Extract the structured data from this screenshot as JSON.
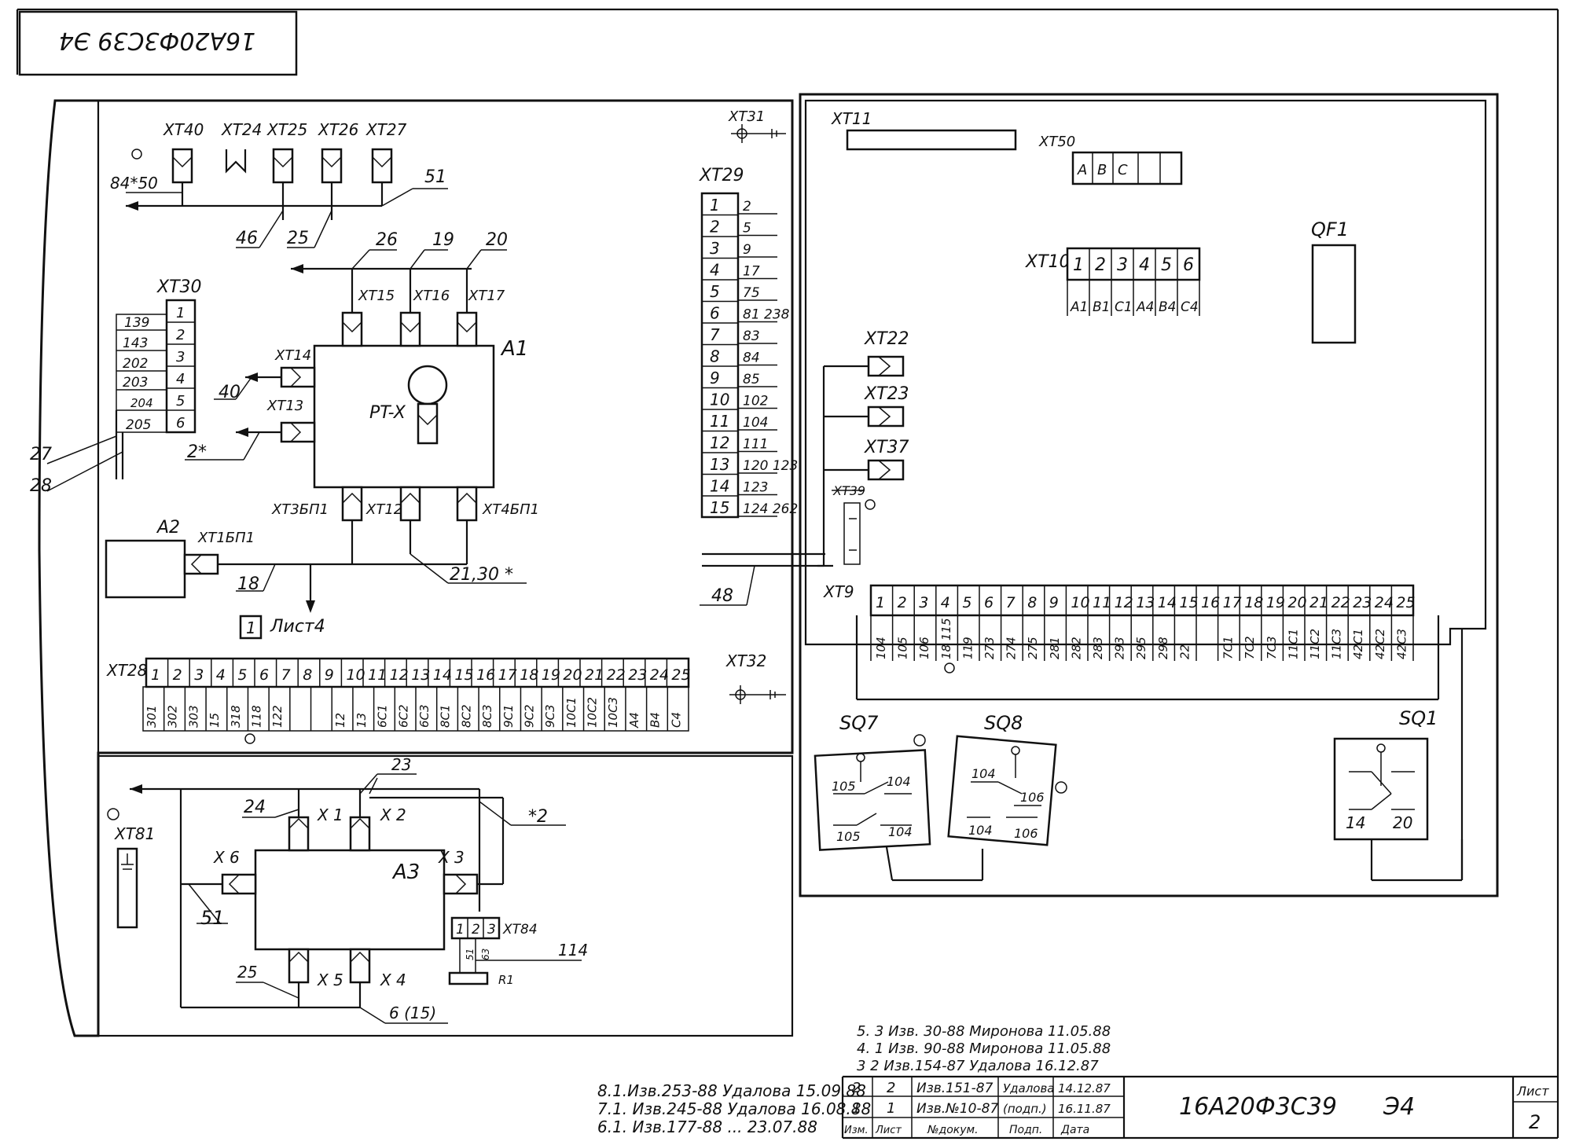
{
  "document": {
    "stamp_rotated": "16А20Ф3С39 Э4",
    "title": "16А20Ф3С39",
    "doc_code": "Э4",
    "sheet_label": "Лист",
    "sheet_number": "2"
  },
  "left_panel": {
    "top_connectors": [
      "XT40",
      "XT24",
      "XT25",
      "XT26",
      "XT27"
    ],
    "bus_labels": {
      "left": "84*50",
      "right": "51",
      "w1": "46",
      "w2": "25"
    },
    "xt30": {
      "label": "XT30",
      "pins": [
        "1",
        "2",
        "3",
        "4",
        "5",
        "6"
      ],
      "wires": [
        "139",
        "143",
        "202",
        "203",
        "204",
        "205"
      ]
    },
    "side_labels": [
      "27",
      "28"
    ],
    "a1": {
      "label": "A1",
      "body": "PT-X",
      "top_wires": [
        "26",
        "19",
        "20"
      ],
      "top_conns": [
        "XT15",
        "XT16",
        "XT17"
      ],
      "left_conns": [
        "XT14",
        "XT13"
      ],
      "left_wires": [
        "40",
        "2*"
      ],
      "bottom_conns": [
        "XT3БП1",
        "XT12",
        "XT4БП1"
      ],
      "bottom_wire": "21,30 *"
    },
    "a2": {
      "label": "A2",
      "conn": "XT1БП1",
      "wire": "18"
    },
    "sheet_ref": {
      "box": "1",
      "text": "Лист4"
    },
    "xt28": {
      "label": "XT28",
      "pins": [
        "1",
        "2",
        "3",
        "4",
        "5",
        "6",
        "7",
        "8",
        "9",
        "10",
        "11",
        "12",
        "13",
        "14",
        "15",
        "16",
        "17",
        "18",
        "19",
        "20",
        "21",
        "22",
        "23",
        "24",
        "25"
      ],
      "wires": [
        "301",
        "302",
        "303",
        "15",
        "318",
        "118",
        "122",
        "",
        "",
        "12",
        "13",
        "6С1",
        "6С2",
        "6С3",
        "8С1",
        "8С2",
        "8С3",
        "9С1",
        "9С2",
        "9С3",
        "10С1",
        "10С2",
        "10С3",
        "A4",
        "B4",
        "C4"
      ]
    },
    "xt29": {
      "label": "XT29",
      "pins": [
        "1",
        "2",
        "3",
        "4",
        "5",
        "6",
        "7",
        "8",
        "9",
        "10",
        "11",
        "12",
        "13",
        "14",
        "15"
      ],
      "wires": [
        "2",
        "5",
        "9",
        "17",
        "75",
        "81 238",
        "83",
        "84",
        "85",
        "102",
        "104",
        "111",
        "120 123",
        "123",
        "124 262"
      ]
    },
    "xt31": "XT31",
    "xt32": "XT32",
    "wire_48": "48"
  },
  "bottom_panel": {
    "a3": {
      "label": "A3",
      "conns": [
        "X 1",
        "X 2",
        "X 3",
        "X 4",
        "X 5",
        "X 6"
      ],
      "wires": [
        "23",
        "24",
        "*2",
        "51",
        "25",
        "6 (15)"
      ]
    },
    "xt81": "XT81",
    "xt84": {
      "label": "XT84",
      "pins": [
        "1",
        "2",
        "3"
      ],
      "wires": [
        "51",
        "63"
      ],
      "wire_114": "114",
      "r1": "R1"
    }
  },
  "right_panel": {
    "xt11": "XT11",
    "xt50": {
      "label": "XT50",
      "cells": [
        "A",
        "B",
        "C",
        "",
        ""
      ]
    },
    "qf1": "QF1",
    "xt10": {
      "label": "XT10",
      "pins": [
        "1",
        "2",
        "3",
        "4",
        "5",
        "6"
      ],
      "wires": [
        "A1",
        "B1",
        "C1",
        "A4",
        "B4",
        "C4"
      ]
    },
    "side_conns": [
      "XT22",
      "XT23",
      "XT37",
      "XT39"
    ],
    "xt9": {
      "label": "XT9",
      "pins": [
        "1",
        "2",
        "3",
        "4",
        "5",
        "6",
        "7",
        "8",
        "9",
        "10",
        "11",
        "12",
        "13",
        "14",
        "15",
        "16",
        "17",
        "18",
        "19",
        "20",
        "21",
        "22",
        "23",
        "24",
        "25"
      ],
      "wires": [
        "104",
        "105",
        "106",
        "18 115",
        "119",
        "273",
        "274",
        "275",
        "281",
        "282",
        "283",
        "293",
        "295",
        "298",
        "22",
        "",
        "7С1",
        "7С2",
        "7С3",
        "11С1",
        "11С2",
        "11С3",
        "42С1",
        "42С2",
        "42С3"
      ]
    },
    "sq7": {
      "label": "SQ7",
      "contacts": [
        "105",
        "104",
        "105",
        "104"
      ]
    },
    "sq8": {
      "label": "SQ8",
      "contacts": [
        "104",
        "106",
        "104",
        "106"
      ]
    },
    "sq1": {
      "label": "SQ1",
      "contacts": [
        "14",
        "20"
      ]
    }
  },
  "revisions": {
    "left_notes": [
      "8.1.Изв.253-88 Удалова 15.09.88",
      "7.1. Изв.245-88 Удалова 16.08.88",
      "6.1. Изв.177-88 ... 23.07.88"
    ],
    "upper_notes": [
      "5. 3 Изв. 30-88 Миронова 11.05.88",
      "4. 1 Изв. 90-88 Миронова 11.05.88",
      "3   2   Изв.154-87 Удалова 16.12.87"
    ],
    "rows": [
      [
        "2",
        "2",
        "Изв.151-87",
        "Удалова",
        "14.12.87"
      ],
      [
        "1",
        "1",
        "Изв.№10-87",
        "(подп.)",
        "16.11.87"
      ]
    ],
    "headers": [
      "Изм.",
      "Лист",
      "№докум.",
      "Подп.",
      "Дата"
    ]
  }
}
